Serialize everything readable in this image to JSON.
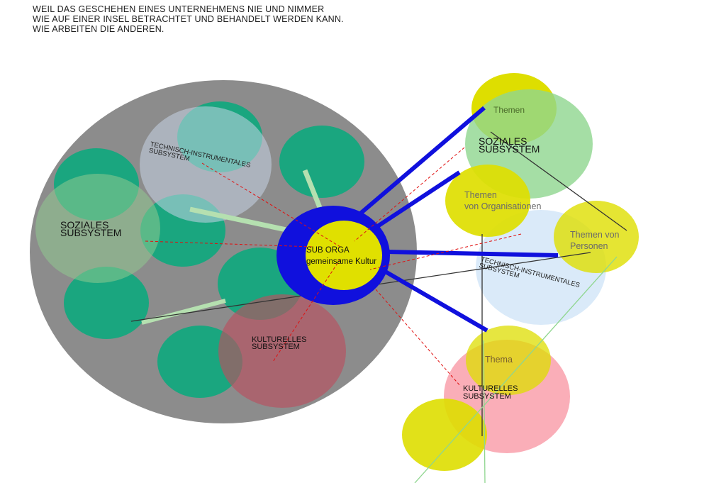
{
  "header": {
    "line1": "WEIL DAS GESCHEHEN EINES UNTERNEHMENS NIE UND NIMMER",
    "line2": "WIE AUF EINER INSEL BETRACHTET UND BEHANDELT WERDEN KANN.",
    "line3": "WIE ARBEITEN DIE ANDEREN."
  },
  "diagram": {
    "left": {
      "technisch": [
        "TECHNISCH-INSTRUMENTALES",
        "SUBSYSTEM"
      ],
      "soziales": [
        "SOZIALES",
        "SUBSYSTEM"
      ],
      "kulturelles": [
        "KULTURELLES",
        "SUBSYSTEM"
      ]
    },
    "center": [
      "SUB ORGA",
      "gemeinsame Kultur"
    ],
    "right": {
      "themen": "Themen",
      "soziales": [
        "SOZIALES",
        "SUBSYSTEM"
      ],
      "themen_org": [
        "Themen",
        "von Organisationen"
      ],
      "themen_pers": [
        "Themen von",
        "Personen"
      ],
      "technisch": [
        "TECHNISCH-INSTRUMENTALES",
        "SUBSYSTEM"
      ],
      "thema": "Thema",
      "kulturelles": [
        "KULTURELLES",
        "SUBSYSTEM"
      ]
    }
  },
  "colors": {
    "island": "#8c8c8c",
    "teal": "#1aa67f",
    "hub_ring": "#1010dd",
    "hub_core": "#e0e000",
    "yellow": "#dede00",
    "green": "#8fd68f",
    "pink": "#f9a0ab",
    "lightblue": "#d6e8f8",
    "red_dash": "#e01010"
  }
}
